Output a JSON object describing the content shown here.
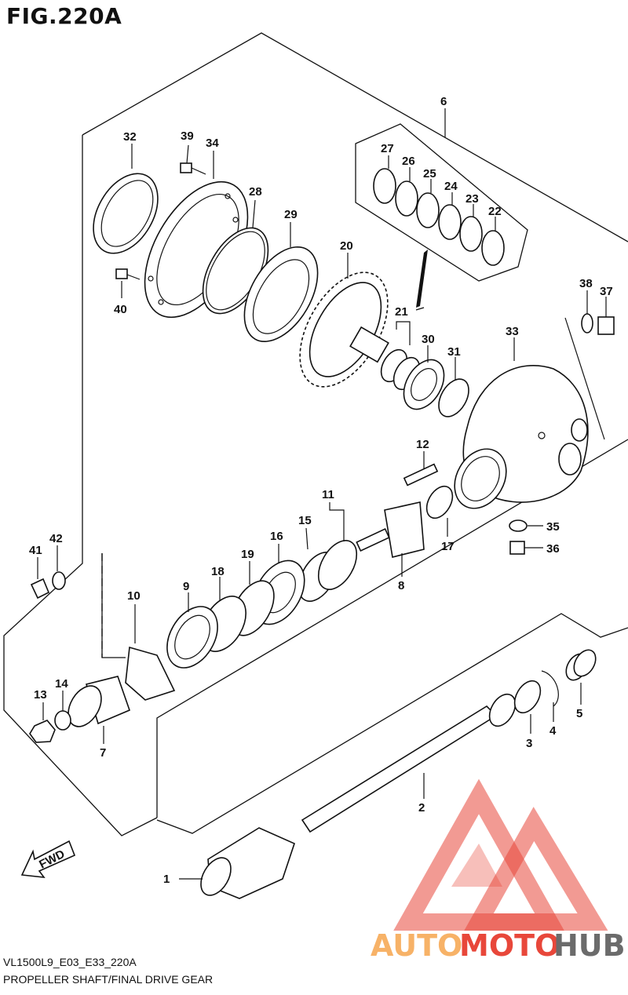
{
  "figure": {
    "title": "FIG.220A",
    "code": "VL1500L9_E03_E33_220A",
    "name": "PROPELLER SHAFT/FINAL DRIVE GEAR"
  },
  "fwd_label": "FWD",
  "watermark": {
    "auto": "AUTO",
    "moto": "MOTO",
    "hub": "HUB",
    "color_orange": "#f7b267",
    "color_red": "#e8473a",
    "color_gray": "#6b6b6b"
  },
  "callouts": [
    {
      "id": "c1",
      "text": "1"
    },
    {
      "id": "c2",
      "text": "2"
    },
    {
      "id": "c3",
      "text": "3"
    },
    {
      "id": "c4",
      "text": "4"
    },
    {
      "id": "c5",
      "text": "5"
    },
    {
      "id": "c6",
      "text": "6"
    },
    {
      "id": "c7",
      "text": "7"
    },
    {
      "id": "c8",
      "text": "8"
    },
    {
      "id": "c9",
      "text": "9"
    },
    {
      "id": "c10",
      "text": "10"
    },
    {
      "id": "c11",
      "text": "11"
    },
    {
      "id": "c12",
      "text": "12"
    },
    {
      "id": "c13",
      "text": "13"
    },
    {
      "id": "c14",
      "text": "14"
    },
    {
      "id": "c15",
      "text": "15"
    },
    {
      "id": "c16",
      "text": "16"
    },
    {
      "id": "c17",
      "text": "17"
    },
    {
      "id": "c18",
      "text": "18"
    },
    {
      "id": "c19",
      "text": "19"
    },
    {
      "id": "c20",
      "text": "20"
    },
    {
      "id": "c21",
      "text": "21"
    },
    {
      "id": "c22",
      "text": "22"
    },
    {
      "id": "c23",
      "text": "23"
    },
    {
      "id": "c24",
      "text": "24"
    },
    {
      "id": "c25",
      "text": "25"
    },
    {
      "id": "c26",
      "text": "26"
    },
    {
      "id": "c27",
      "text": "27"
    },
    {
      "id": "c28",
      "text": "28"
    },
    {
      "id": "c29",
      "text": "29"
    },
    {
      "id": "c30",
      "text": "30"
    },
    {
      "id": "c31",
      "text": "31"
    },
    {
      "id": "c32",
      "text": "32"
    },
    {
      "id": "c33",
      "text": "33"
    },
    {
      "id": "c34",
      "text": "34"
    },
    {
      "id": "c35",
      "text": "35"
    },
    {
      "id": "c36",
      "text": "36"
    },
    {
      "id": "c37",
      "text": "37"
    },
    {
      "id": "c38",
      "text": "38"
    },
    {
      "id": "c39",
      "text": "39"
    },
    {
      "id": "c40",
      "text": "40"
    },
    {
      "id": "c41",
      "text": "41"
    },
    {
      "id": "c42",
      "text": "42"
    }
  ]
}
